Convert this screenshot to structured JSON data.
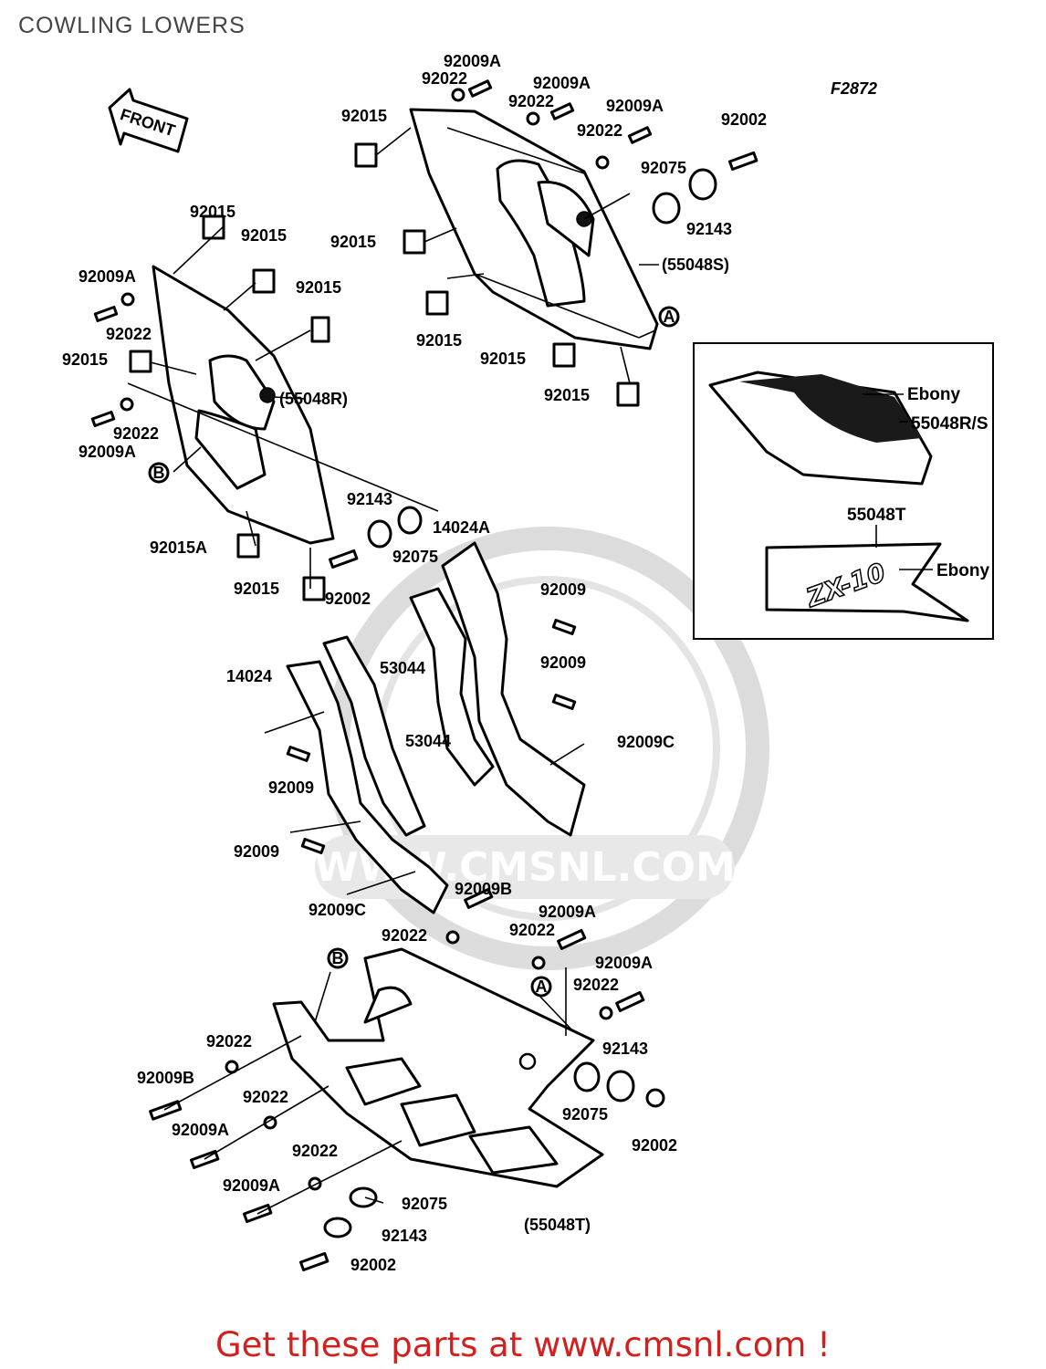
{
  "title": "COWLING LOWERS",
  "figure_code": "F2872",
  "front_arrow_text": "FRONT",
  "watermark_text": "WWW.CMSNL.COM",
  "footer_text": "Get these parts at www.cmsnl.com !",
  "inset": {
    "label_ebony_top": "Ebony",
    "label_part_rs": "55048R/S",
    "label_part_t": "55048T",
    "label_ebony_bottom": "Ebony",
    "decal_text": "ZX-10"
  },
  "callout_a": "A",
  "callout_b": "B",
  "labels": {
    "l01": "92009A",
    "l02": "92022",
    "l03": "92009A",
    "l04": "92022",
    "l05": "92009A",
    "l06": "92022",
    "l07": "92015",
    "l08": "92002",
    "l09": "92075",
    "l10": "92143",
    "l11": "92015",
    "l12": "(55048S)",
    "l13": "92015",
    "l14": "92015",
    "l15": "92015",
    "l16": "92015",
    "l17": "92015",
    "l18": "92009A",
    "l19": "92015",
    "l20": "92022",
    "l21": "92015",
    "l22": "(55048R)",
    "l23": "92022",
    "l24": "92009A",
    "l25": "92015A",
    "l26": "92015",
    "l27": "92143",
    "l28": "92075",
    "l29": "92002",
    "l30": "14024A",
    "l31": "92009",
    "l32": "92009",
    "l33": "53044",
    "l34": "14024",
    "l35": "53044",
    "l36": "92009C",
    "l37": "92009",
    "l38": "92009",
    "l39": "92009C",
    "l40": "92009B",
    "l41": "92009A",
    "l42": "92022",
    "l43": "92022",
    "l44": "92009A",
    "l45": "92022",
    "l46": "92143",
    "l47": "92022",
    "l48": "92009B",
    "l49": "92022",
    "l50": "92009A",
    "l51": "92075",
    "l52": "92002",
    "l53": "92022",
    "l54": "92009A",
    "l55": "92075",
    "l56": "(55048T)",
    "l57": "92143",
    "l58": "92002"
  }
}
